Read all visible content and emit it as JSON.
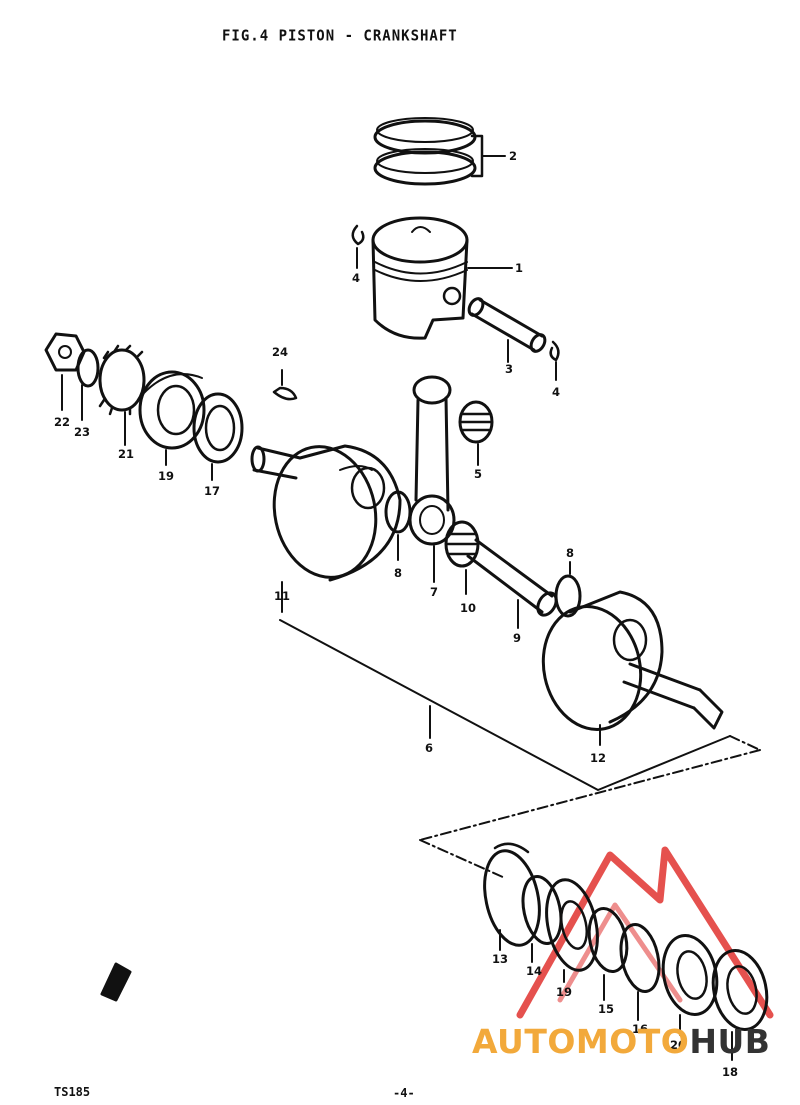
{
  "header": {
    "title": "FIG.4  PISTON - CRANKSHAFT"
  },
  "footer": {
    "model": "TS185",
    "page": "-4-"
  },
  "callouts": [
    "1",
    "2",
    "3",
    "4",
    "4",
    "5",
    "6",
    "7",
    "8",
    "8",
    "9",
    "10",
    "11",
    "12",
    "13",
    "14",
    "15",
    "16",
    "17",
    "18",
    "19",
    "19",
    "20",
    "21",
    "22",
    "23",
    "24"
  ],
  "watermark": {
    "part_a": "AUTOMOTO",
    "part_b": "HUB"
  },
  "colors": {
    "ink": "#111111",
    "wm_red": "#e0322f",
    "wm_orange": "#f2a93b",
    "wm_dark": "#333333"
  }
}
